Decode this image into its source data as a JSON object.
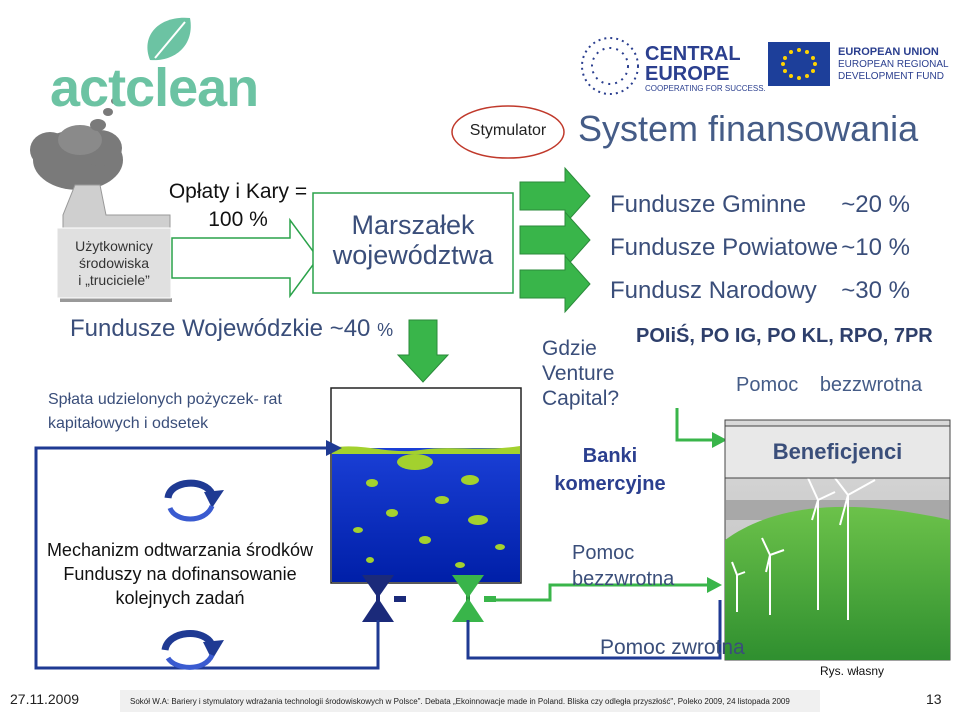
{
  "logo": {
    "brand": "actclean"
  },
  "partners": {
    "ce_line1": "CENTRAL",
    "ce_line2": "EUROPE",
    "ce_tagline": "COOPERATING FOR SUCCESS.",
    "eu_line1": "EUROPEAN UNION",
    "eu_line2": "EUROPEAN REGIONAL",
    "eu_line3": "DEVELOPMENT FUND"
  },
  "header": {
    "stimulator": "Stymulator",
    "title": "System finansowania"
  },
  "users_box": {
    "line1": "Użytkownicy",
    "line2": "środowiska",
    "line3": "i „truciciele”"
  },
  "fees": {
    "line1": "Opłaty i Kary =",
    "line2": "100 %"
  },
  "marshal_box": {
    "line1": "Marszałek",
    "line2": "województwa"
  },
  "funds": [
    {
      "name": "Fundusze Gminne",
      "share": "~20 %"
    },
    {
      "name": "Fundusze Powiatowe",
      "share": "~10 %"
    },
    {
      "name": "Fundusz Narodowy",
      "share": "~30 %"
    }
  ],
  "voivodeship_funds": {
    "label": "Fundusze Wojewódzkie ~40",
    "percent": "%"
  },
  "repayment": {
    "line1": "Spłata udzielonych pożyczek- rat",
    "line2": "kapitałowych i odsetek"
  },
  "venture": {
    "line1": "Gdzie",
    "line2": "Venture",
    "line3": "Capital?"
  },
  "programs": "POIiŚ, PO IG, PO KL, RPO, 7PR",
  "grant_top": {
    "word1": "Pomoc",
    "word2": "bezzwrotna"
  },
  "banks": {
    "line1": "Banki",
    "line2": "komercyjne"
  },
  "beneficiaries": "Beneficjenci",
  "mechanism": {
    "line1": "Mechanizm odtwarzania środków",
    "line2": "Funduszy na dofinansowanie",
    "line3": "kolejnych zadań"
  },
  "grant_bottom": {
    "line1": "Pomoc",
    "line2": "bezzwrotna"
  },
  "returnable_aid": "Pomoc zwrotna",
  "own_figure": "Rys. własny",
  "footer": {
    "date": "27.11.2009",
    "citation": "Sokół W.A: Bariery i stymulatory wdrażania technologii środowiskowych w Polsce\". Debata „Ekoinnowacje made in Poland. Bliska czy odległa przyszłość\", Poleko 2009, 24 listopada 2009",
    "page": "13"
  },
  "colors": {
    "title": "#455c87",
    "green_arrow": "#39b54a",
    "water_blue": "#0033cc",
    "water_lime": "#a3d12e",
    "loop_blue": "#1f3a93",
    "grass": "#4cae3e",
    "red_ellipse": "#c0392b"
  }
}
